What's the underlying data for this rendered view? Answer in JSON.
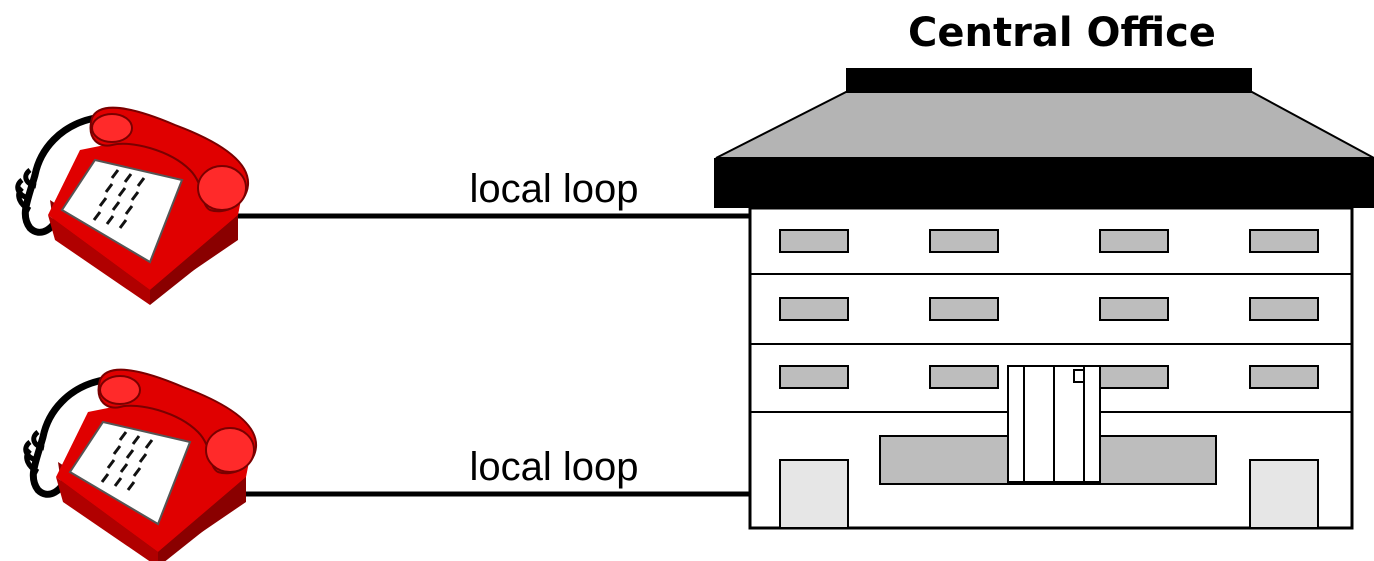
{
  "title": "Central Office",
  "links": [
    {
      "label": "local loop"
    },
    {
      "label": "local loop"
    }
  ],
  "colors": {
    "phone_red": "#e00000",
    "phone_dark_red": "#a80000",
    "roof_gray": "#b4b4b4",
    "window_gray": "#bdbdbd",
    "line_black": "#000000"
  },
  "icons": [
    "telephone-icon",
    "telephone-icon",
    "central-office-building-icon"
  ]
}
